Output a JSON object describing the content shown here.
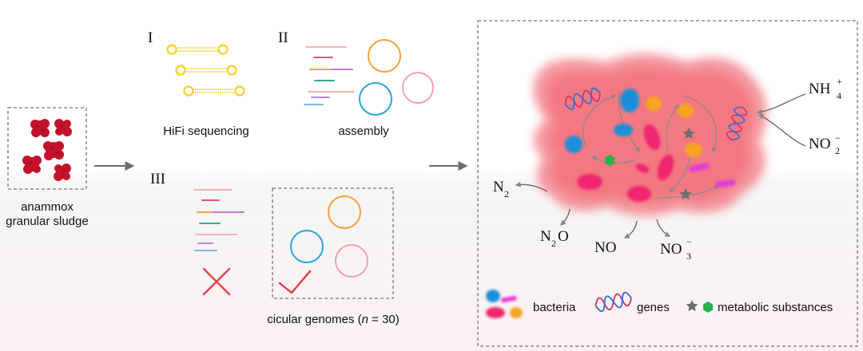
{
  "colors": {
    "cloud": "#f26f79",
    "bacteria_blue": "#1e8fd8",
    "bacteria_orange": "#f5a623",
    "bacteria_pink": "#f0276e",
    "bacteria_magenta": "#e13dd8",
    "reads_yellow": "#f6d335",
    "circle_orange": "#f6a23a",
    "circle_blue": "#2aa4e0",
    "circle_pink": "#f3a3ad",
    "cross_red": "#e8404a",
    "check_red": "#e03a44",
    "star_gray": "#6d6d6d",
    "metabolite_green": "#27b24a",
    "arrow_gray": "#6b6b6b"
  },
  "left": {
    "sample_label_line1": "anammox",
    "sample_label_line2": "granular sludge"
  },
  "steps": {
    "s1_numeral": "I",
    "s1_label": "HiFi sequencing",
    "s2_numeral": "II",
    "s2_label": "assembly",
    "s3_numeral": "III",
    "s3_label_prefix": "cicular genomes (",
    "s3_label_var": "n",
    "s3_label_suffix": " = 30)"
  },
  "right": {
    "nh4": {
      "base": "NH",
      "sub": "4",
      "sup": "+"
    },
    "no2": {
      "base": "NO",
      "sub": "2",
      "sup": "−"
    },
    "n2": {
      "base": "N",
      "sub": "2"
    },
    "n2o": {
      "pre": "N",
      "sub": "2",
      "post": "O"
    },
    "no": {
      "base": "NO"
    },
    "no3": {
      "base": "NO",
      "sub": "3",
      "sup": "−"
    }
  },
  "legend": {
    "bacteria": "bacteria",
    "genes": "genes",
    "metabolic": "metabolic substances"
  }
}
